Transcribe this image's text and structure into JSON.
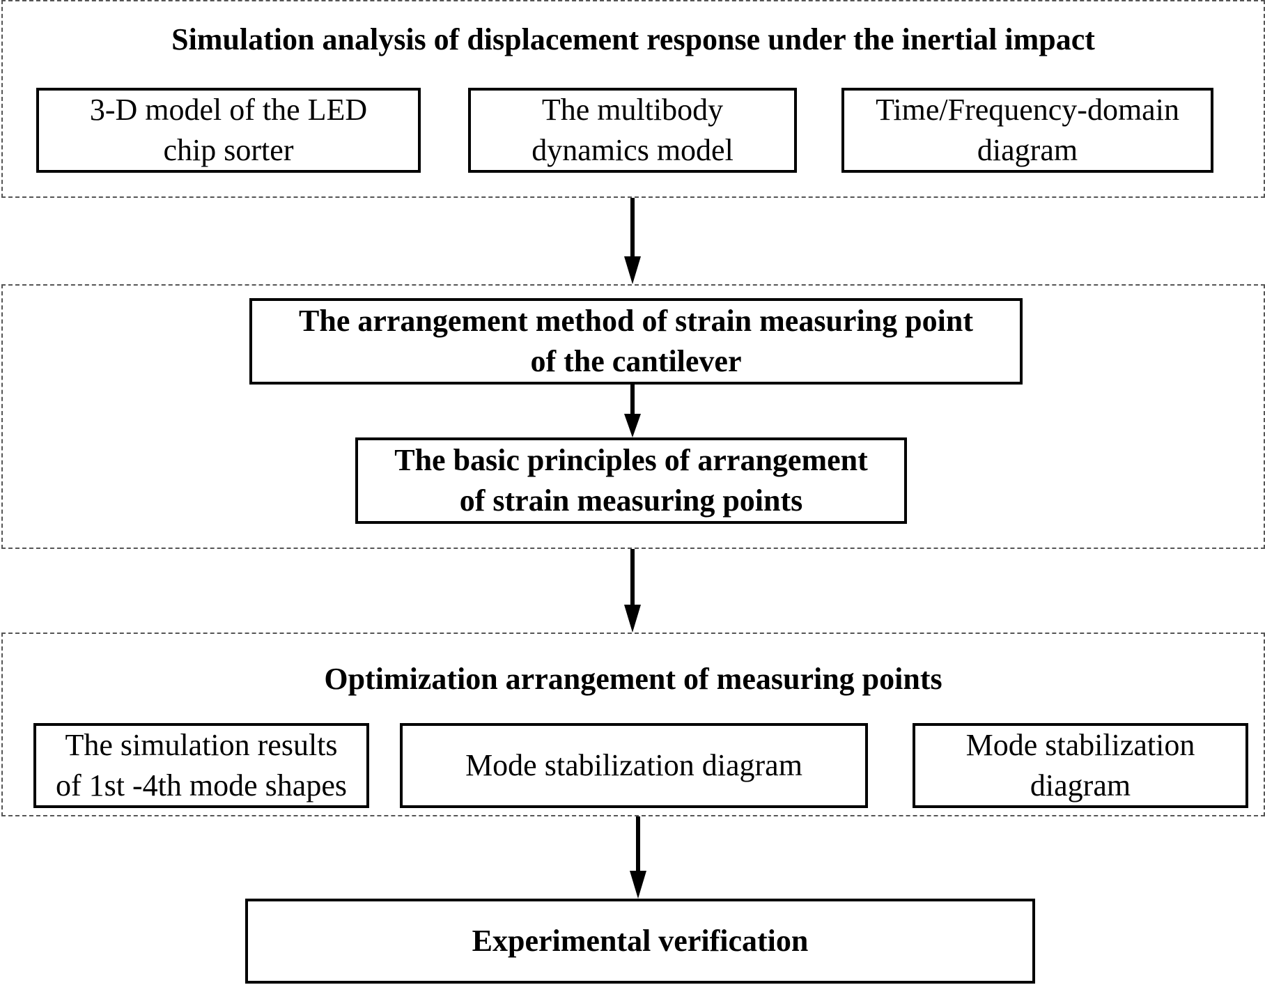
{
  "group1": {
    "heading": "Simulation analysis of displacement response under the inertial impact",
    "boxes": [
      "3-D model of the LED\nchip sorter",
      "The multibody\ndynamics model",
      "Time/Frequency-domain\ndiagram"
    ]
  },
  "group2": {
    "box_method": "The arrangement method of strain measuring point\nof the cantilever",
    "box_principles": "The basic principles of arrangement\nof strain measuring points"
  },
  "group3": {
    "heading": "Optimization arrangement of measuring points",
    "boxes": [
      "The simulation results\nof 1st -4th mode shapes",
      "Mode stabilization diagram",
      "Mode stabilization\ndiagram"
    ]
  },
  "final_box": "Experimental verification"
}
